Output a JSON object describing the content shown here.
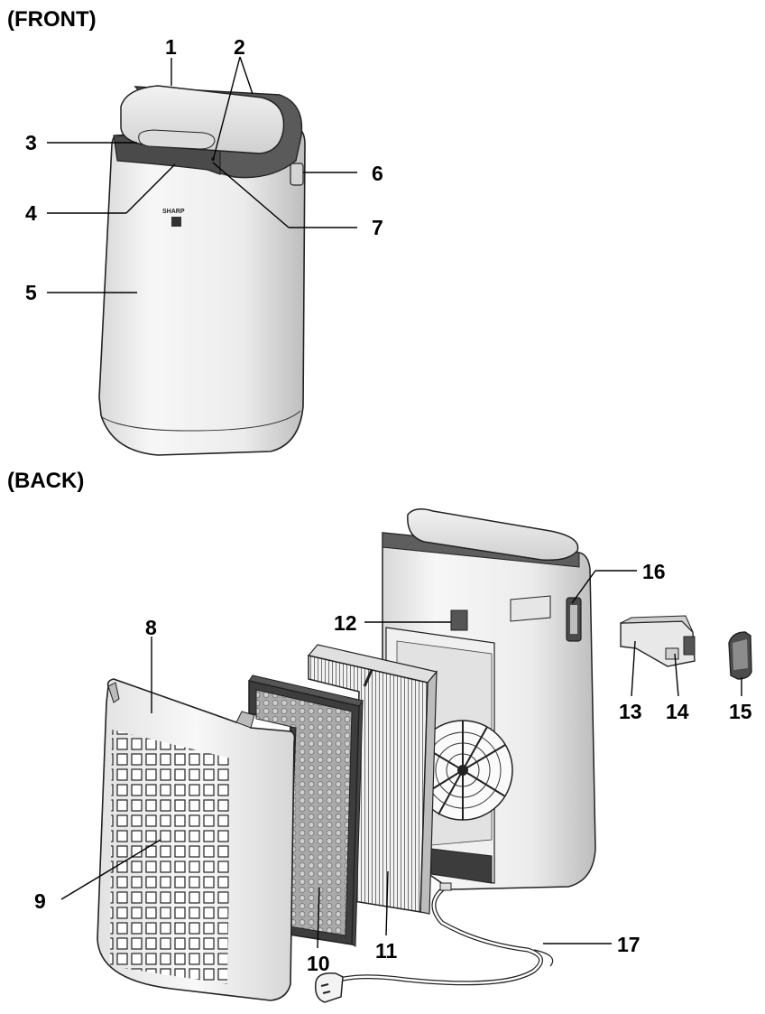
{
  "sections": {
    "front": "(FRONT)",
    "back": "(BACK)"
  },
  "brand": "SHARP",
  "callouts": {
    "c1": "1",
    "c2": "2",
    "c3": "3",
    "c4": "4",
    "c5": "5",
    "c6": "6",
    "c7": "7",
    "c8": "8",
    "c9": "9",
    "c10": "10",
    "c11": "11",
    "c12": "12",
    "c13": "13",
    "c14": "14",
    "c15": "15",
    "c16": "16",
    "c17": "17"
  },
  "colors": {
    "body_light": "#f4f4f4",
    "body_shade": "#cfcfcf",
    "dark_band": "#4a4a4a",
    "filter_dark": "#8a8a8a"
  }
}
